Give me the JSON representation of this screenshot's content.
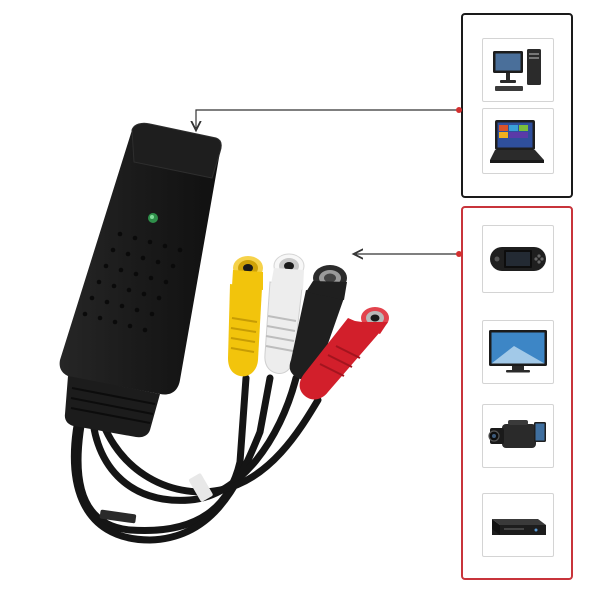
{
  "colors": {
    "source_box_border": "#1a1a1a",
    "target_box_border": "#c8343b",
    "arrow": "#333333",
    "dot": "#d32f2f",
    "adapter_body": "#1b1b1b",
    "rca_yellow": "#f2c40c",
    "rca_white": "#efefef",
    "rca_red": "#d21f2b",
    "svideo_black": "#1f1f1f"
  },
  "computer_devices": [
    {
      "icon": "desktop-computer-icon"
    },
    {
      "icon": "laptop-icon"
    }
  ],
  "video_devices": [
    {
      "icon": "handheld-game-console-icon"
    },
    {
      "icon": "lcd-tv-icon"
    },
    {
      "icon": "camcorder-icon"
    },
    {
      "icon": "dvd-player-icon"
    }
  ],
  "connectors": [
    {
      "type": "rca",
      "color": "yellow"
    },
    {
      "type": "rca",
      "color": "white"
    },
    {
      "type": "s-video",
      "color": "black"
    },
    {
      "type": "rca",
      "color": "red"
    }
  ]
}
